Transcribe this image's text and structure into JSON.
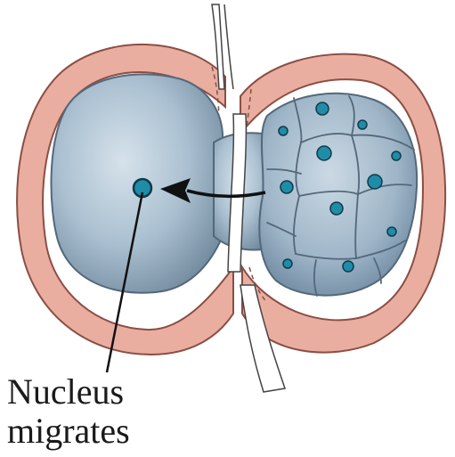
{
  "label": {
    "line1": "Nucleus",
    "line2": "migrates"
  },
  "colors": {
    "wall": "#e9aea0",
    "wall_stroke": "#8a4e44",
    "cell_fill": "#b7cad8",
    "cell_stroke": "#53687a",
    "nucleus": "#1f8ca8",
    "nucleus_stroke": "#0f3a4a",
    "arrow": "#111111"
  },
  "icons": {
    "nucleus": "circle-dot",
    "arrow": "curved-arrow-left"
  }
}
